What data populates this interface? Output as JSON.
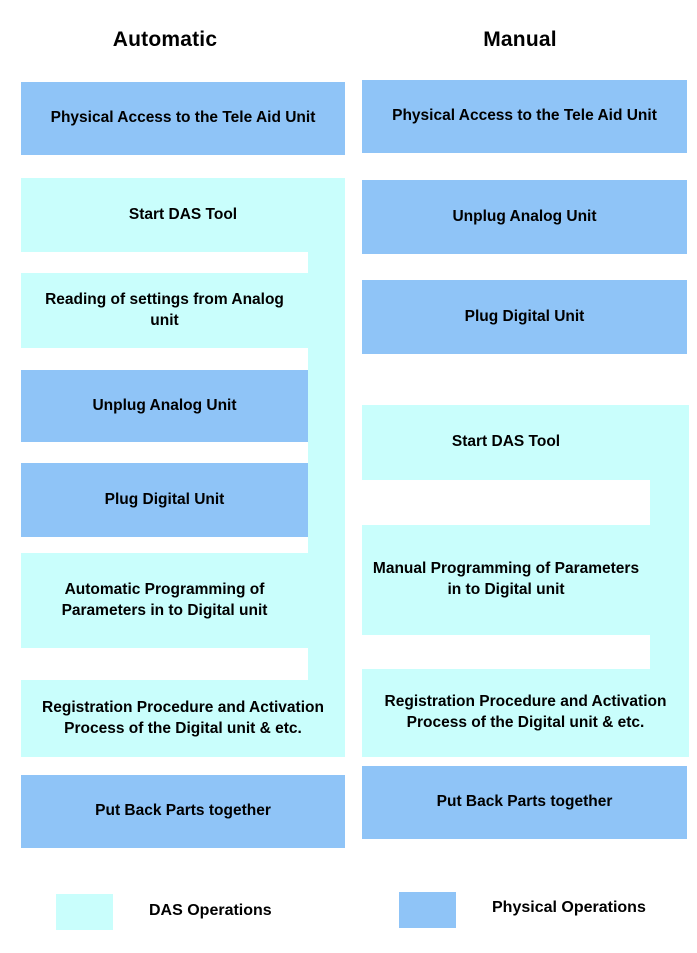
{
  "diagram": {
    "title_left": "Automatic",
    "title_right": "Manual",
    "colors": {
      "physical_operation": "#8FC4F7",
      "das_operation": "#C9FEFC",
      "background": "#FFFFFF",
      "text": "#000000"
    }
  },
  "columns": [
    {
      "id": "automatic",
      "header": "Automatic",
      "steps": [
        {
          "label": "Physical Access to the Tele Aid Unit",
          "type": "physical"
        },
        {
          "label": "Start DAS Tool",
          "type": "das"
        },
        {
          "label": "Reading of settings from Analog unit",
          "type": "das"
        },
        {
          "label": "Unplug Analog Unit",
          "type": "physical"
        },
        {
          "label": "Plug Digital Unit",
          "type": "physical"
        },
        {
          "label": "Automatic Programming of Parameters in to Digital unit",
          "type": "das"
        },
        {
          "label": "Registration Procedure and Activation Process of the Digital unit & etc.",
          "type": "das"
        },
        {
          "label": "Put Back Parts together",
          "type": "physical"
        }
      ]
    },
    {
      "id": "manual",
      "header": "Manual",
      "steps": [
        {
          "label": "Physical Access to the Tele Aid Unit",
          "type": "physical"
        },
        {
          "label": "Unplug Analog Unit",
          "type": "physical"
        },
        {
          "label": "Plug Digital Unit",
          "type": "physical"
        },
        {
          "label": "Start DAS Tool",
          "type": "das"
        },
        {
          "label": "Manual Programming of Parameters in to Digital unit",
          "type": "das"
        },
        {
          "label": "Registration Procedure and Activation Process of the Digital unit & etc.",
          "type": "das"
        },
        {
          "label": "Put Back Parts together",
          "type": "physical"
        }
      ]
    }
  ],
  "legend": {
    "items": [
      {
        "label": "DAS Operations",
        "color": "#C9FEFC"
      },
      {
        "label": "Physical Operations",
        "color": "#8FC4F7"
      }
    ]
  }
}
